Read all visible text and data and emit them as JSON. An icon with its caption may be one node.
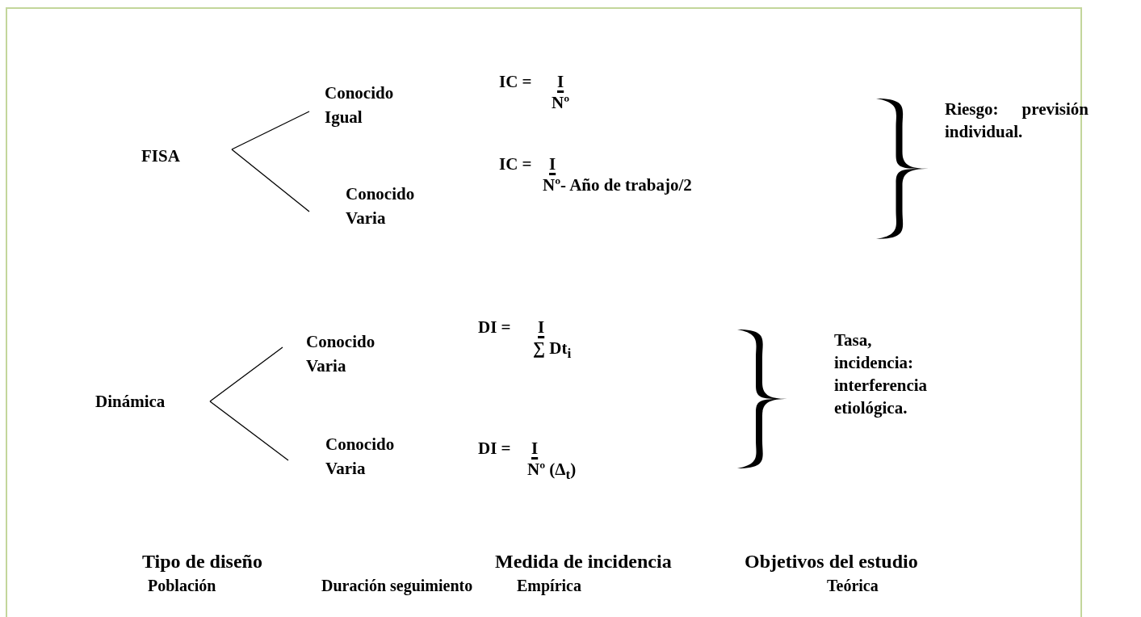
{
  "diagram": {
    "nodes": [
      {
        "text": [
          "FISA"
        ]
      },
      {
        "text": [
          "Conocido Igual"
        ]
      },
      {
        "text": [
          "Conocido Varia"
        ]
      },
      {
        "text": [
          "Dinámica"
        ]
      },
      {
        "text": [
          "Conocido Varia"
        ]
      },
      {
        "text": [
          "Conocido Varia"
        ]
      }
    ],
    "edges": [
      {
        "from": 0,
        "to": 1,
        "arrow": "none"
      },
      {
        "from": 0,
        "to": 2,
        "arrow": "none"
      },
      {
        "from": 3,
        "to": 4,
        "arrow": "none"
      },
      {
        "from": 3,
        "to": 5,
        "arrow": "none"
      }
    ],
    "labels": [
      "IC =",
      "I",
      "Nº",
      "IC =",
      "I",
      "Nº- Año de trabajo/2",
      "Riesgo: previsión individual.",
      "DI =",
      "I",
      "∑ Dt$_{i}$",
      "Tasa, incidencia: interferencia etiológica.",
      "DI =",
      "I",
      "Nº (Δ$_{t}$)",
      "Tipo de diseño",
      "Medida de incidencia",
      "Objetivos del estudio",
      "Población",
      "Duración seguimiento",
      "Empírica",
      "Teórica"
    ]
  }
}
